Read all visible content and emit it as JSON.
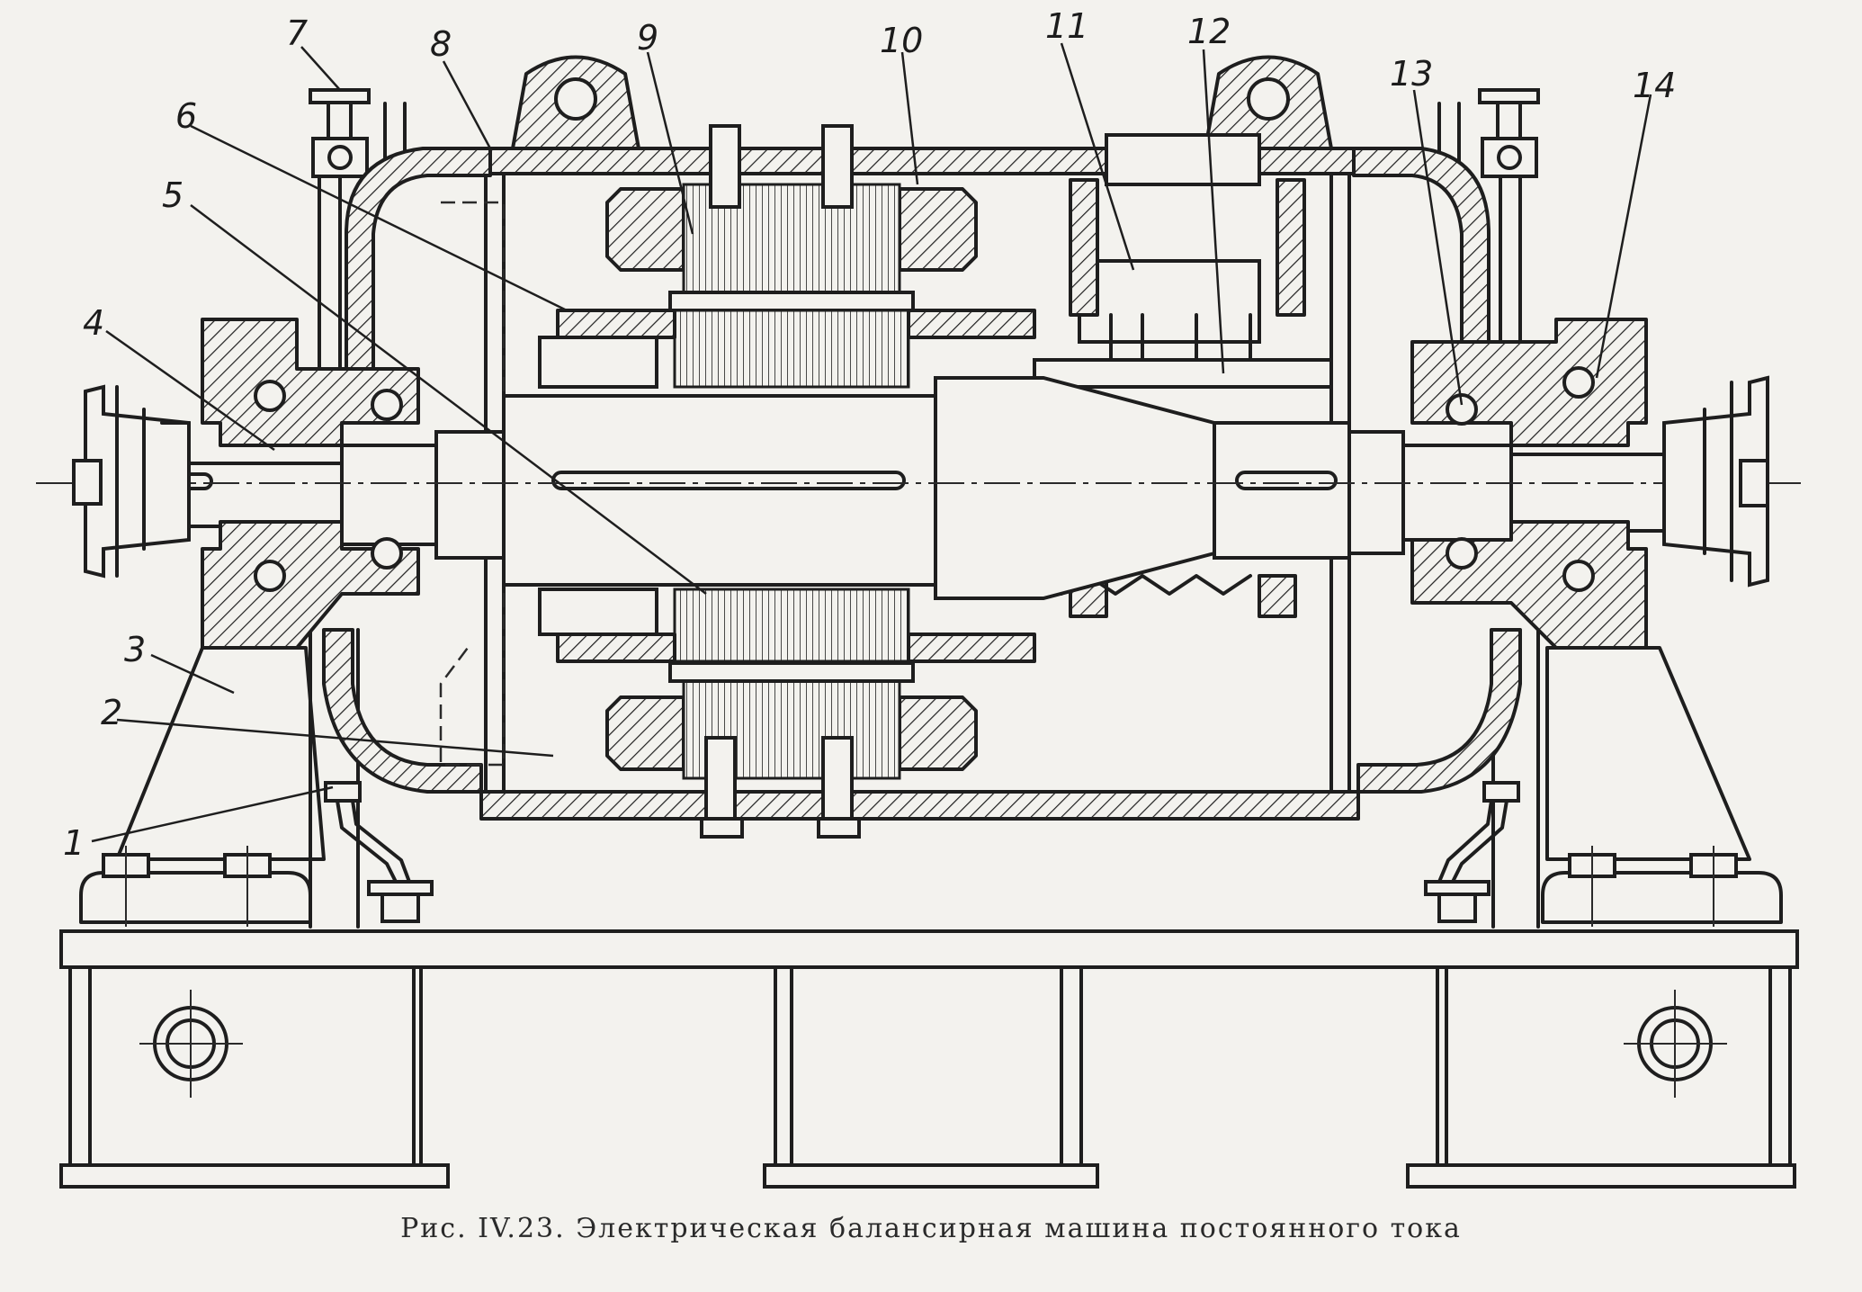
{
  "diagram": {
    "caption": "Рис. IV.23. Электрическая балансирная машина постоянного тока",
    "labels": [
      {
        "id": "label-1",
        "text": "1"
      },
      {
        "id": "label-2",
        "text": "2"
      },
      {
        "id": "label-3",
        "text": "3"
      },
      {
        "id": "label-4",
        "text": "4"
      },
      {
        "id": "label-5",
        "text": "5"
      },
      {
        "id": "label-6",
        "text": "6"
      },
      {
        "id": "label-7",
        "text": "7"
      },
      {
        "id": "label-8",
        "text": "8"
      },
      {
        "id": "label-9",
        "text": "9"
      },
      {
        "id": "label-10",
        "text": "10"
      },
      {
        "id": "label-11",
        "text": "11"
      },
      {
        "id": "label-12",
        "text": "12"
      },
      {
        "id": "label-13",
        "text": "13"
      },
      {
        "id": "label-14",
        "text": "14"
      }
    ]
  }
}
